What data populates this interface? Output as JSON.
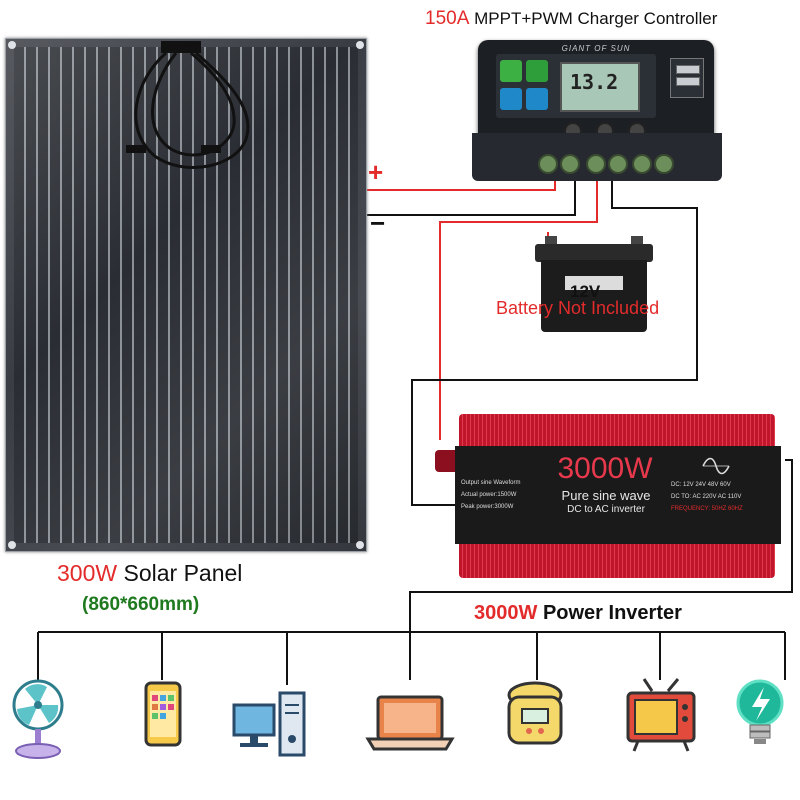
{
  "charger": {
    "title_prefix": "150A",
    "title_rest": "MPPT+PWM Charger Controller",
    "brand": "GIANT OF SUN",
    "display": "13.2"
  },
  "wiring": {
    "plus": "+",
    "minus": "−"
  },
  "battery": {
    "voltage": "12V",
    "note": "Battery Not Included"
  },
  "inverter": {
    "power": "3000W",
    "wave": "Pure sine wave",
    "type": "DC to AC inverter",
    "left_line1": "Output sine Waveform",
    "left_line2": "Actual power:1500W",
    "left_line3": "Peak power:3000W",
    "right_line1": "DC: 12V 24V 48V 60V",
    "right_line2": "DC TO: AC 220V AC 110V",
    "right_line3": "FREQUENCY: 50HZ 60HZ",
    "label_power": "3000W",
    "label_rest": "Power Inverter"
  },
  "solar_panel": {
    "label_power": "300W",
    "label_rest": "Solar Panel",
    "dimensions": "(860*660mm)"
  },
  "appliances": [
    "fan-icon",
    "smartphone-icon",
    "desktop-computer-icon",
    "laptop-icon",
    "rice-cooker-icon",
    "television-icon",
    "light-bulb-icon"
  ],
  "colors": {
    "accent_red": "#e32b2b",
    "label_green": "#1f7a1f",
    "inverter_red": "#c0152b"
  }
}
